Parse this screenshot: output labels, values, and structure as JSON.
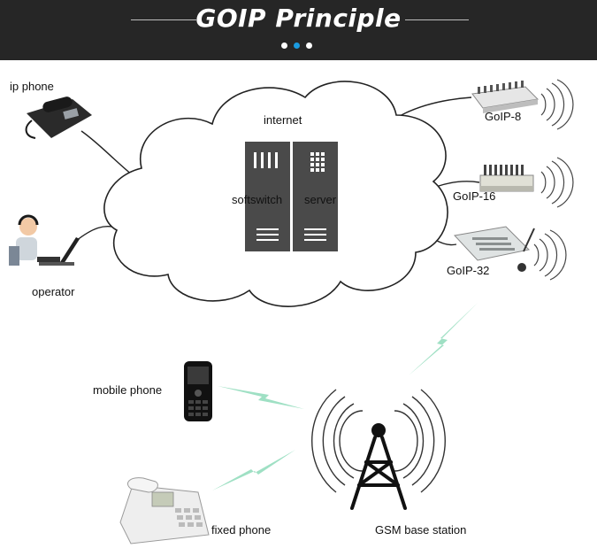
{
  "header": {
    "title": "GOIP Principle",
    "background": "#262626",
    "dot_colors": [
      "#ffffff",
      "#1a9be0",
      "#ffffff"
    ]
  },
  "labels": {
    "ip_phone": "ip phone",
    "operator": "operator",
    "internet": "internet",
    "softswitch": "softswitch",
    "server": "server",
    "goip8": "GoIP-8",
    "goip16": "GoIP-16",
    "goip32": "GoIP-32",
    "mobile_phone": "mobile phone",
    "fixed_phone": "fixed phone",
    "gsm_base_station": "GSM base station"
  },
  "colors": {
    "signal_bolt": "#9fe0c4",
    "server_rack": "#4a4a4a",
    "cloud_outline": "#222222"
  }
}
